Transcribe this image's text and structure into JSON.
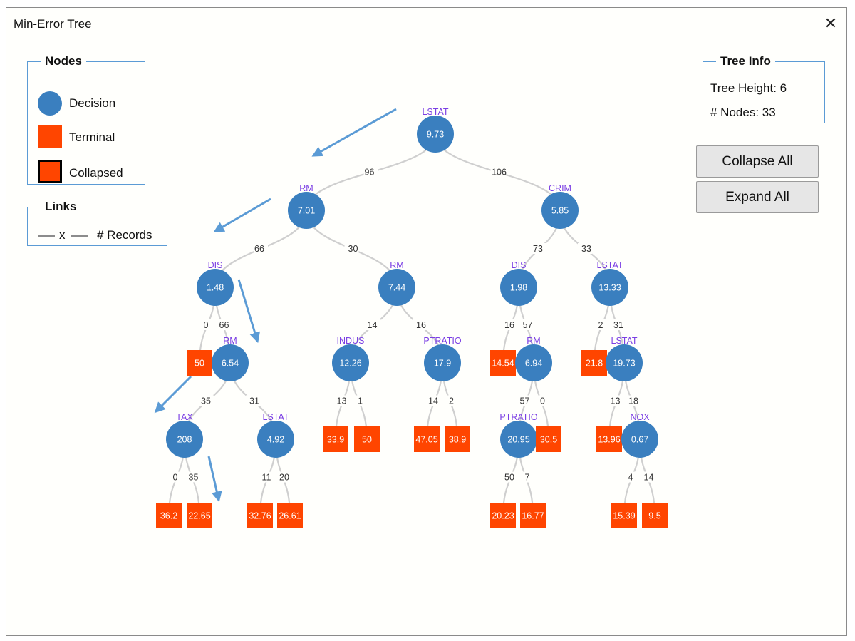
{
  "window": {
    "title": "Min-Error Tree",
    "close_symbol": "✕"
  },
  "nodes_legend": {
    "title": "Nodes",
    "decision_label": "Decision",
    "terminal_label": "Terminal",
    "collapsed_label": "Collapsed"
  },
  "links_legend": {
    "title": "Links",
    "x_label": "x",
    "records_label": "# Records"
  },
  "tree_info": {
    "title": "Tree Info",
    "height_text": "Tree Height: 6",
    "nodes_text": "# Nodes: 33"
  },
  "buttons": {
    "collapse_all": "Collapse All",
    "expand_all": "Expand All"
  },
  "colors": {
    "decision": "#3a7fbf",
    "terminal": "#ff4500",
    "feature_label": "#7b3fe4",
    "link": "#cfcfcf",
    "arrow": "#5b9bd5",
    "legend_border": "#5b9bd5"
  },
  "tree": {
    "id": "n1",
    "kind": "decision",
    "feature": "LSTAT",
    "value": "9.73",
    "children": [
      {
        "id": "n2",
        "kind": "decision",
        "feature": "RM",
        "value": "7.01",
        "records": "96",
        "children": [
          {
            "id": "n4",
            "kind": "decision",
            "feature": "DIS",
            "value": "1.48",
            "records": "66",
            "children": [
              {
                "id": "n8",
                "kind": "terminal",
                "value": "50",
                "records": "0"
              },
              {
                "id": "n9",
                "kind": "decision",
                "feature": "RM",
                "value": "6.54",
                "records": "66",
                "children": [
                  {
                    "id": "n10",
                    "kind": "decision",
                    "feature": "TAX",
                    "value": "208",
                    "records": "35",
                    "children": [
                      {
                        "id": "n12",
                        "kind": "terminal",
                        "value": "36.2",
                        "records": "0"
                      },
                      {
                        "id": "n13",
                        "kind": "terminal",
                        "value": "22.65",
                        "records": "35"
                      }
                    ]
                  },
                  {
                    "id": "n11",
                    "kind": "decision",
                    "feature": "LSTAT",
                    "value": "4.92",
                    "records": "31",
                    "children": [
                      {
                        "id": "n14",
                        "kind": "terminal",
                        "value": "32.76",
                        "records": "11"
                      },
                      {
                        "id": "n15",
                        "kind": "terminal",
                        "value": "26.61",
                        "records": "20"
                      }
                    ]
                  }
                ]
              }
            ]
          },
          {
            "id": "n5",
            "kind": "decision",
            "feature": "RM",
            "value": "7.44",
            "records": "30",
            "children": [
              {
                "id": "n16",
                "kind": "decision",
                "feature": "INDUS",
                "value": "12.26",
                "records": "14",
                "children": [
                  {
                    "id": "n18",
                    "kind": "terminal",
                    "value": "33.9",
                    "records": "13"
                  },
                  {
                    "id": "n19",
                    "kind": "terminal",
                    "value": "50",
                    "records": "1"
                  }
                ]
              },
              {
                "id": "n17",
                "kind": "decision",
                "feature": "PTRATIO",
                "value": "17.9",
                "records": "16",
                "children": [
                  {
                    "id": "n20",
                    "kind": "terminal",
                    "value": "47.05",
                    "records": "14"
                  },
                  {
                    "id": "n21",
                    "kind": "terminal",
                    "value": "38.9",
                    "records": "2"
                  }
                ]
              }
            ]
          }
        ]
      },
      {
        "id": "n3",
        "kind": "decision",
        "feature": "CRIM",
        "value": "5.85",
        "records": "106",
        "children": [
          {
            "id": "n6",
            "kind": "decision",
            "feature": "DIS",
            "value": "1.98",
            "records": "73",
            "children": [
              {
                "id": "n22",
                "kind": "terminal",
                "value": "14.54",
                "records": "16"
              },
              {
                "id": "n23",
                "kind": "decision",
                "feature": "RM",
                "value": "6.94",
                "records": "57",
                "children": [
                  {
                    "id": "n26",
                    "kind": "decision",
                    "feature": "PTRATIO",
                    "value": "20.95",
                    "records": "57",
                    "children": [
                      {
                        "id": "n28",
                        "kind": "terminal",
                        "value": "20.23",
                        "records": "50"
                      },
                      {
                        "id": "n29",
                        "kind": "terminal",
                        "value": "16.77",
                        "records": "7"
                      }
                    ]
                  },
                  {
                    "id": "n27",
                    "kind": "terminal",
                    "value": "30.5",
                    "records": "0"
                  }
                ]
              }
            ]
          },
          {
            "id": "n7",
            "kind": "decision",
            "feature": "LSTAT",
            "value": "13.33",
            "records": "33",
            "children": [
              {
                "id": "n24",
                "kind": "terminal",
                "value": "21.8",
                "records": "2"
              },
              {
                "id": "n25",
                "kind": "decision",
                "feature": "LSTAT",
                "value": "19.73",
                "records": "31",
                "children": [
                  {
                    "id": "n30",
                    "kind": "terminal",
                    "value": "13.96",
                    "records": "13"
                  },
                  {
                    "id": "n31",
                    "kind": "decision",
                    "feature": "NOX",
                    "value": "0.67",
                    "records": "18",
                    "children": [
                      {
                        "id": "n32",
                        "kind": "terminal",
                        "value": "15.39",
                        "records": "4"
                      },
                      {
                        "id": "n33",
                        "kind": "terminal",
                        "value": "9.5",
                        "records": "14"
                      }
                    ]
                  }
                ]
              }
            ]
          }
        ]
      }
    ]
  }
}
